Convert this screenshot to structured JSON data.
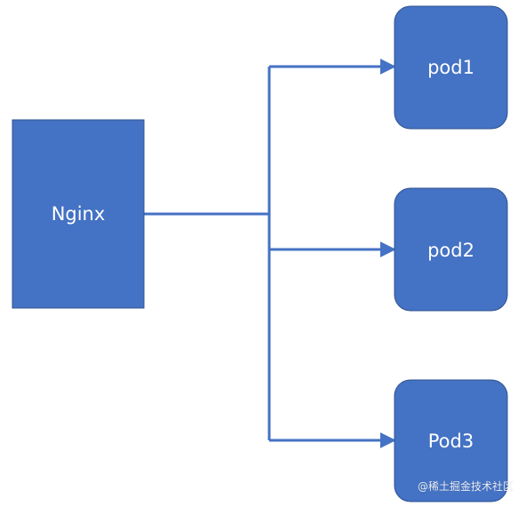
{
  "diagram": {
    "nodes": {
      "nginx": {
        "label": "Nginx"
      },
      "pod1": {
        "label": "pod1"
      },
      "pod2": {
        "label": "pod2"
      },
      "pod3": {
        "label": "Pod3"
      }
    },
    "colors": {
      "node_fill": "#4472C4",
      "node_stroke": "#2F528F",
      "connector": "#4472C4",
      "label": "#FFFFFF"
    }
  },
  "watermark": {
    "text": "@稀土掘金技术社区"
  }
}
